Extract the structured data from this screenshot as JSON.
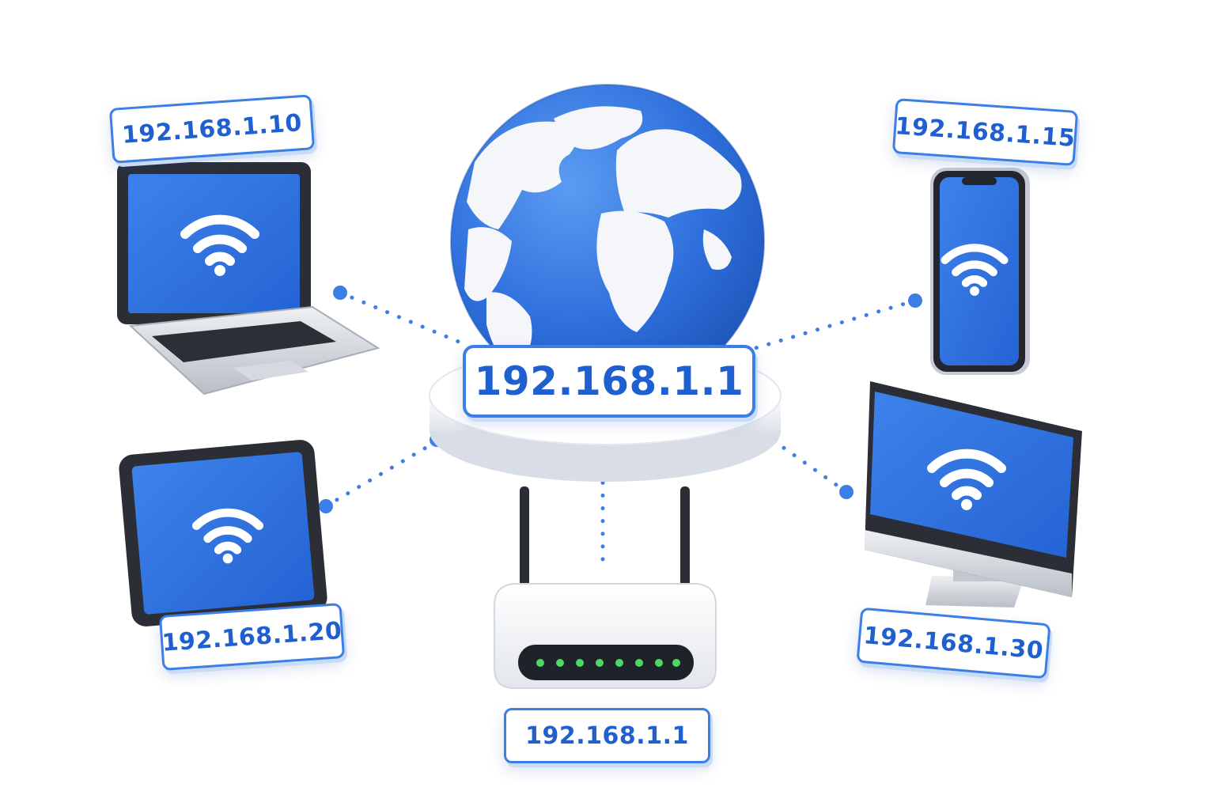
{
  "diagram": {
    "center_ip": "192.168.1.1",
    "devices": [
      {
        "id": "laptop",
        "kind": "laptop",
        "ip": "192.168.1.10",
        "icon": "wifi-icon"
      },
      {
        "id": "phone",
        "kind": "smartphone",
        "ip": "192.168.1.15",
        "icon": "wifi-icon"
      },
      {
        "id": "tablet",
        "kind": "tablet",
        "ip": "192.168.1.20",
        "icon": "wifi-icon"
      },
      {
        "id": "monitor",
        "kind": "desktop-monitor",
        "ip": "192.168.1.30",
        "icon": "wifi-icon"
      },
      {
        "id": "router",
        "kind": "router",
        "ip": "192.168.1.1",
        "icon": "router-icon"
      }
    ],
    "colors": {
      "accent": "#3b7fe6",
      "screen": "#2f6fdc",
      "label_text": "#1f5fcf",
      "router_led": "#4cd964"
    }
  }
}
